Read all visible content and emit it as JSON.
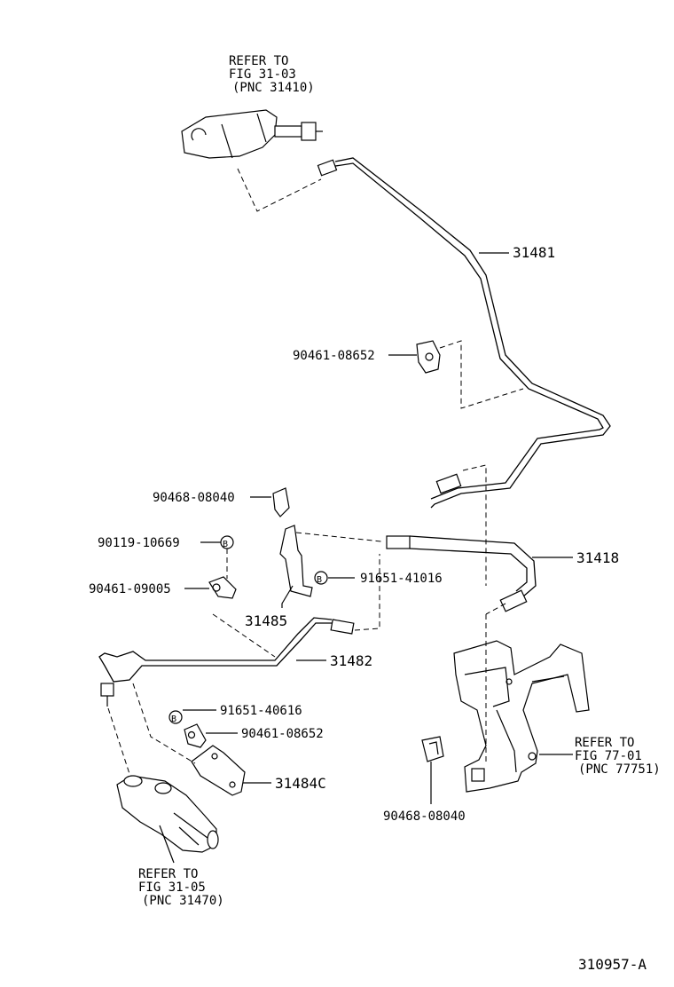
{
  "diagram_id": "310957-A",
  "refs": {
    "top": {
      "l1": "REFER TO",
      "l2": "FIG 31-03",
      "l3": "(PNC 31410)"
    },
    "bottom": {
      "l1": "REFER TO",
      "l2": "FIG 31-05",
      "l3": "(PNC 31470)"
    },
    "right": {
      "l1": "REFER TO",
      "l2": "FIG 77-01",
      "l3": "(PNC 77751)"
    }
  },
  "parts": {
    "p31481": "31481",
    "p90461_08652_top": "90461-08652",
    "p90468_08040_top": "90468-08040",
    "p90119_10669": "90119-10669",
    "p90461_09005": "90461-09005",
    "p31485": "31485",
    "p91651_41016": "91651-41016",
    "p31418": "31418",
    "p31482": "31482",
    "p91651_40616": "91651-40616",
    "p90461_08652_low": "90461-08652",
    "p31484C": "31484C",
    "p90468_08040_low": "90468-08040"
  },
  "bolt_mark": "B"
}
